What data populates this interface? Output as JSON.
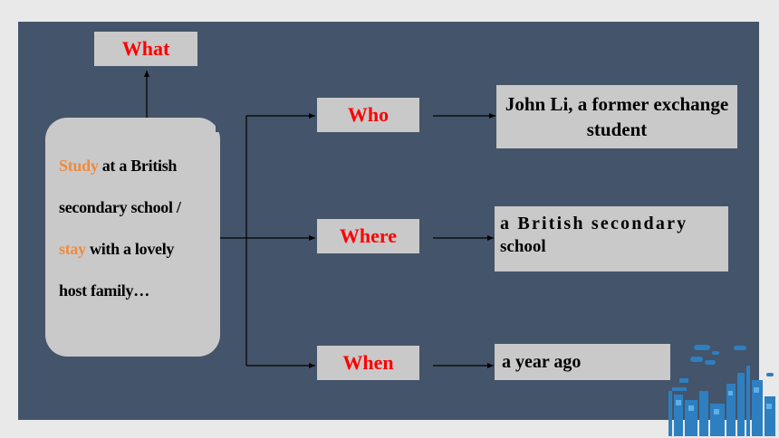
{
  "diagram": {
    "what_label": "What",
    "who_label": "Who",
    "where_label": "Where",
    "when_label": "When",
    "main": {
      "word1": "Study",
      "text1": " at a British",
      "line2": "secondary school /",
      "word2": "stay",
      "text3": " with a lovely",
      "line4": "host family…"
    },
    "who_answer": "John Li, a former exchange student",
    "where_answer_line1": "a British secondary",
    "where_answer_line2": "school",
    "when_answer": "a year ago"
  },
  "colors": {
    "slide_bg": "#44546a",
    "box_bg": "#c9c9c9",
    "label_red": "#ff0000",
    "highlight_orange": "#f08a3c"
  },
  "icons": {
    "corner_decoration": "city-skyline-icon"
  }
}
